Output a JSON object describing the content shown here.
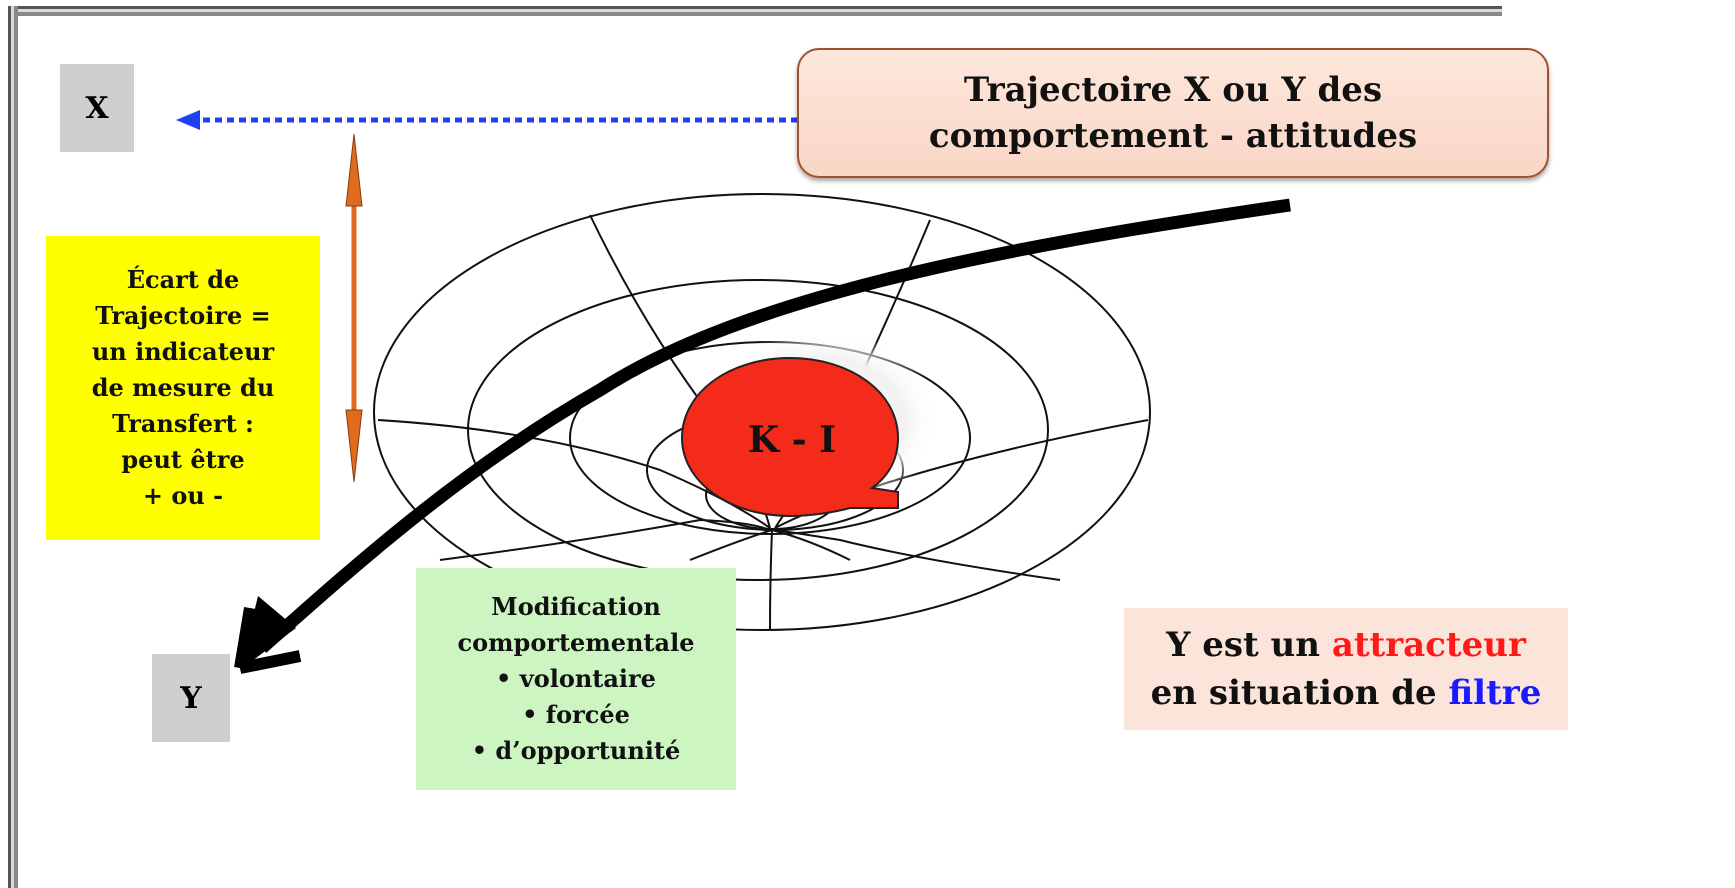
{
  "axes": {
    "x_label": "X",
    "y_label": "Y"
  },
  "title": {
    "line1": "Trajectoire X ou Y  des",
    "line2": "comportement - attitudes"
  },
  "ecart": {
    "text": "Écart de\nTrajectoire =\nun indicateur\nde mesure du\nTransfert :\npeut être\n+ ou -"
  },
  "modification": {
    "heading": "Modification",
    "subheading": "comportementale",
    "items": [
      "• volontaire",
      "• forcée",
      "• d’opportunité"
    ]
  },
  "attractor": {
    "line1_prefix": "Y est un ",
    "line1_highlight": "attracteur",
    "line2_prefix": "en situation de ",
    "line2_highlight": "filtre"
  },
  "center": {
    "label": "K - I"
  },
  "colors": {
    "dotted_arrow": "#1f3ff0",
    "double_arrow": "#e06a1e",
    "center_fill": "#f42a1a",
    "attractor_red": "#ff1a1a",
    "filter_blue": "#1a1aff"
  }
}
